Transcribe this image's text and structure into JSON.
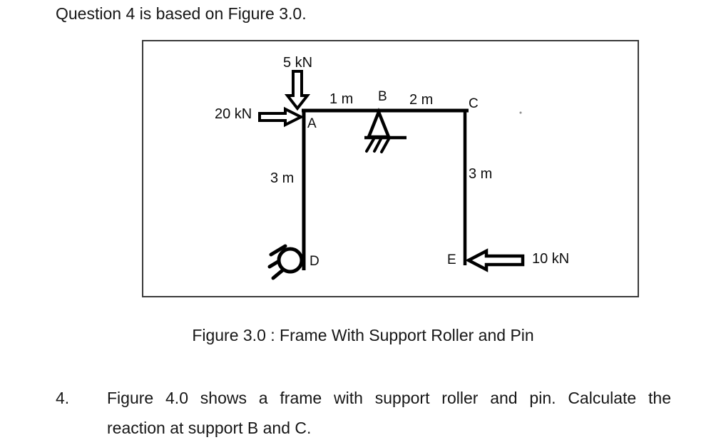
{
  "intro": "Question 4 is based on Figure 3.0.",
  "figure": {
    "caption": "Figure 3.0 : Frame With Support Roller and Pin",
    "loads": {
      "top": "5 kN",
      "left": "20 kN",
      "right": "10 kN"
    },
    "dims": {
      "ab": "1 m",
      "bc": "2 m",
      "ad": "3 m",
      "ce": "3 m"
    },
    "nodes": {
      "a": "A",
      "b": "B",
      "c": "C",
      "d": "D",
      "e": "E"
    },
    "supports": {
      "b": "pin-support",
      "d": "roller-support"
    },
    "colors": {
      "ink": "#000000",
      "border": "#3a3a3a"
    }
  },
  "question": {
    "number": "4.",
    "line1": "Figure 4.0 shows a frame with support roller and pin. Calculate the",
    "line2": "reaction at support B and C."
  }
}
